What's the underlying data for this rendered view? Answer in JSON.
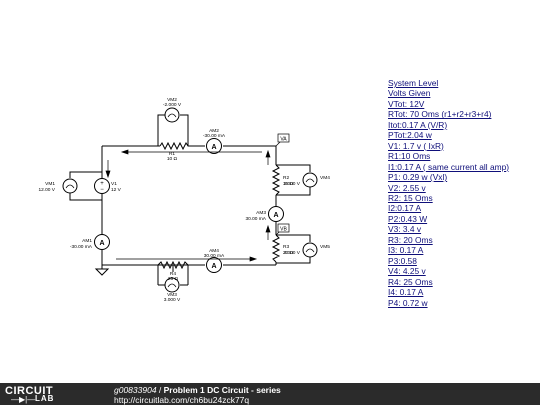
{
  "circuit": {
    "components": {
      "vm2": {
        "name": "VM2",
        "value": "-2.000 V"
      },
      "am2": {
        "name": "AM2",
        "value": "-30.00 mA"
      },
      "r1": {
        "name": "R1",
        "value": "10 Ω"
      },
      "va": {
        "name": "VA"
      },
      "r2": {
        "name": "R2",
        "value": "15 Ω"
      },
      "vm4": {
        "name": "VM4",
        "value": "3.000 V"
      },
      "vm1": {
        "name": "VM1",
        "value": "12.00 V"
      },
      "v1": {
        "name": "V1",
        "value": "12 V"
      },
      "am3": {
        "name": "AM3",
        "value": "30.00 mA"
      },
      "vb": {
        "name": "VB"
      },
      "am1": {
        "name": "AM1",
        "value": "-30.00 mA"
      },
      "am4": {
        "name": "AM4",
        "value": "30.00 mA"
      },
      "r3": {
        "name": "R3",
        "value": "20 Ω"
      },
      "vm5": {
        "name": "VM5",
        "value": "3.000 V"
      },
      "r4": {
        "name": "R4",
        "value": "25 Ω"
      },
      "vm3": {
        "name": "VM3",
        "value": "3.000 V"
      }
    }
  },
  "notes": [
    "System Level",
    "Volts Given",
    "VTot: 12V",
    "RTot: 70 Oms (r1+r2+r3+r4)",
    "Itot:0.17 A (V/R)",
    "PTot:2.04 w",
    "V1: 1.7 v ( IxR)",
    "R1:10 Oms",
    "I1:0.17 A ( same current all amp)",
    "P1: 0.29 w (Vxl)",
    "V2: 2.55 v",
    "R2: 15 Oms",
    "I2:0.17 A",
    "P2:0.43 W",
    "V3: 3.4 v",
    "R3: 20 Oms",
    "I3: 0.17 A",
    "P3:0.58",
    "V4: 4.25 v",
    "R4: 25 Oms",
    "I4: 0.17 A",
    "P4: 0.72 w"
  ],
  "footer": {
    "logo_top": "CIRCUIT",
    "logo_bottom": "LAB",
    "circuit_id": "g00833904",
    "separator": " / ",
    "title": "Problem 1 DC Circuit - series",
    "url": "http://circuitlab.com/ch6bu24zck77q"
  }
}
